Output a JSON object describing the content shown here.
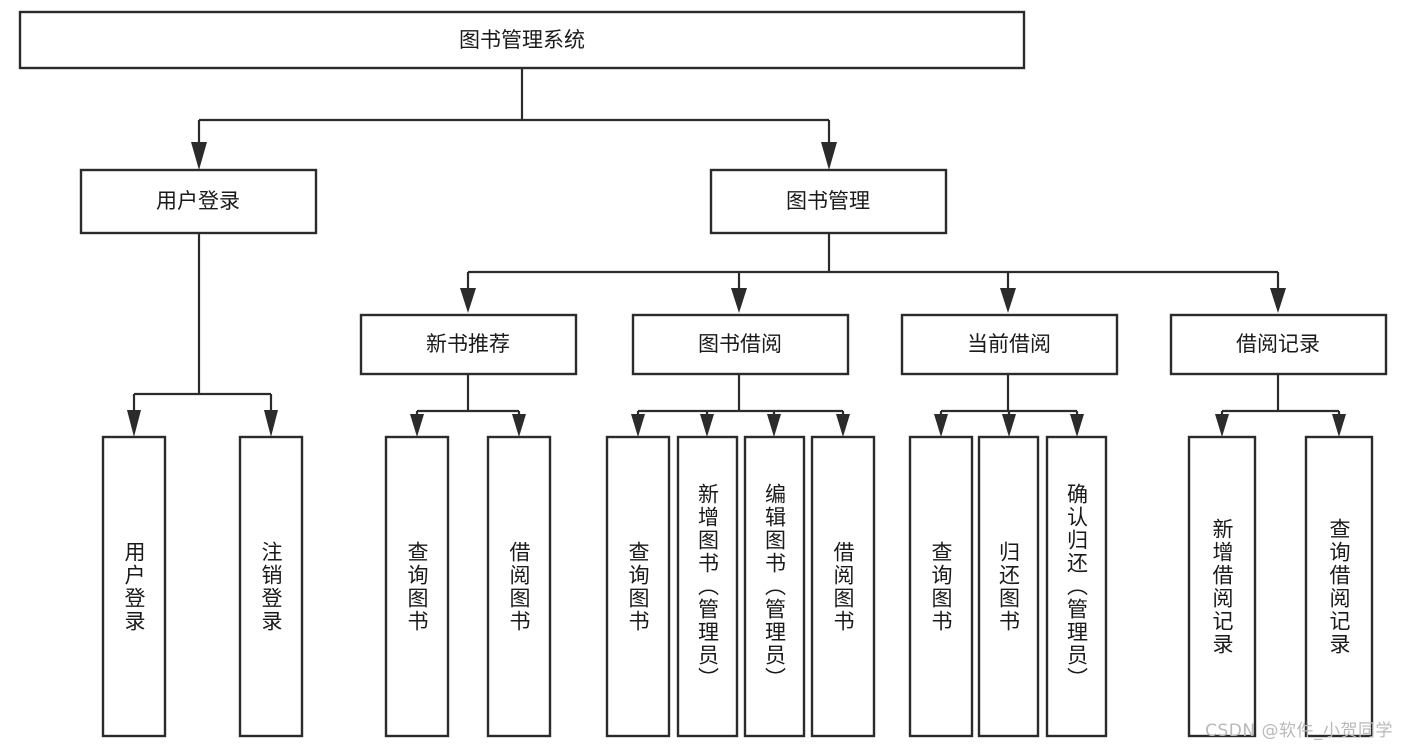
{
  "diagram": {
    "title": "图书管理系统",
    "watermark": "CSDN @软件_小贺同学",
    "colors": {
      "stroke": "#2b2b2b",
      "fill": "#ffffff",
      "text": "#1a1a1a",
      "watermark": "#b9b9b9",
      "background": "#ffffff"
    },
    "root": {
      "label": "图书管理系统"
    },
    "level2": [
      {
        "label": "用户登录"
      },
      {
        "label": "图书管理"
      }
    ],
    "level3": [
      {
        "label": "新书推荐"
      },
      {
        "label": "图书借阅"
      },
      {
        "label": "当前借阅"
      },
      {
        "label": "借阅记录"
      }
    ],
    "leaves": {
      "user_login": [
        {
          "label": "用户登录"
        },
        {
          "label": "注销登录"
        }
      ],
      "new_book_recommend": [
        {
          "label": "查询图书"
        },
        {
          "label": "借阅图书"
        }
      ],
      "book_borrow": [
        {
          "label": "查询图书"
        },
        {
          "label": "新增图书（管理员）"
        },
        {
          "label": "编辑图书（管理员）"
        },
        {
          "label": "借阅图书"
        }
      ],
      "current_borrow": [
        {
          "label": "查询图书"
        },
        {
          "label": "归还图书"
        },
        {
          "label": "确认归还（管理员）"
        }
      ],
      "borrow_records": [
        {
          "label": "新增借阅记录"
        },
        {
          "label": "查询借阅记录"
        }
      ]
    }
  }
}
